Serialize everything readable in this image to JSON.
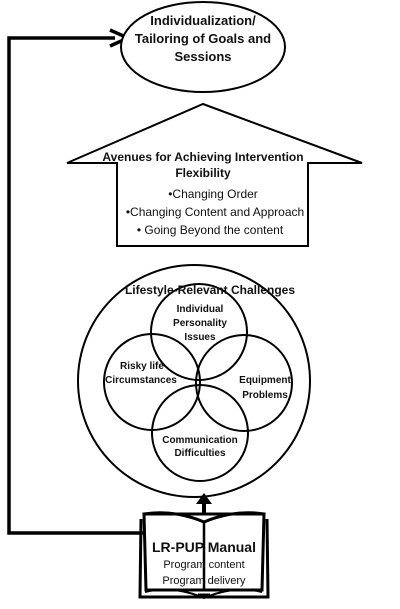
{
  "top_goal": {
    "line1": "Individualization/",
    "line2": "Tailoring of Goals and",
    "line3": "Sessions"
  },
  "avenues": {
    "title_line1": "Avenues for Achieving Intervention",
    "title_line2": "Flexibility",
    "items": [
      "•Changing Order",
      "•Changing Content and Approach",
      "• Going Beyond the content"
    ]
  },
  "challenges": {
    "title": "Lifestyle-Relevant Challenges",
    "personality": {
      "line1": "Individual",
      "line2": "Personality",
      "line3": "Issues"
    },
    "risky": {
      "line1": "Risky life",
      "line2": "Circumstances"
    },
    "equipment": {
      "line1": "Equipment",
      "line2": "Problems"
    },
    "communication": {
      "line1": "Communication",
      "line2": "Difficulties"
    }
  },
  "manual": {
    "title": "LR-PUP Manual",
    "line1": "Program content",
    "line2": "Program delivery"
  },
  "colors": {
    "stroke": "#000000",
    "fill": "#ffffff",
    "text": "#111111"
  }
}
